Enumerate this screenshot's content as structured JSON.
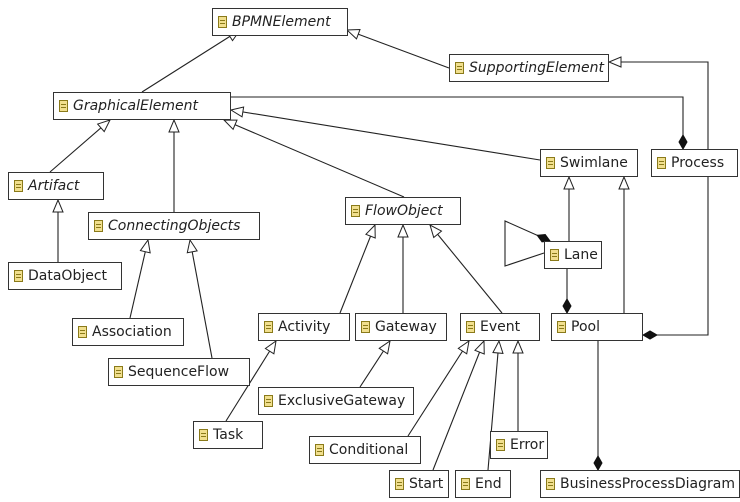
{
  "classes": [
    {
      "id": "bpmn_element",
      "name": "BPMNElement",
      "abstract": true
    },
    {
      "id": "supporting_element",
      "name": "SupportingElement",
      "abstract": true
    },
    {
      "id": "graphical_element",
      "name": "GraphicalElement",
      "abstract": true
    },
    {
      "id": "artifact",
      "name": "Artifact",
      "abstract": true
    },
    {
      "id": "connecting_objects",
      "name": "ConnectingObjects",
      "abstract": true
    },
    {
      "id": "flow_object",
      "name": "FlowObject",
      "abstract": true
    },
    {
      "id": "swimlane",
      "name": "Swimlane",
      "abstract": false
    },
    {
      "id": "process",
      "name": "Process",
      "abstract": false
    },
    {
      "id": "data_object",
      "name": "DataObject",
      "abstract": false
    },
    {
      "id": "lane",
      "name": "Lane",
      "abstract": false
    },
    {
      "id": "association",
      "name": "Association",
      "abstract": false
    },
    {
      "id": "activity",
      "name": "Activity",
      "abstract": false
    },
    {
      "id": "gateway",
      "name": "Gateway",
      "abstract": false
    },
    {
      "id": "event",
      "name": "Event",
      "abstract": false
    },
    {
      "id": "pool",
      "name": "Pool",
      "abstract": false
    },
    {
      "id": "sequence_flow",
      "name": "SequenceFlow",
      "abstract": false
    },
    {
      "id": "exclusive_gateway",
      "name": "ExclusiveGateway",
      "abstract": false
    },
    {
      "id": "task",
      "name": "Task",
      "abstract": false
    },
    {
      "id": "conditional",
      "name": "Conditional",
      "abstract": false
    },
    {
      "id": "error",
      "name": "Error",
      "abstract": false
    },
    {
      "id": "start",
      "name": "Start",
      "abstract": false
    },
    {
      "id": "end",
      "name": "End",
      "abstract": false
    },
    {
      "id": "business_process_diagram",
      "name": "BusinessProcessDiagram",
      "abstract": false
    }
  ],
  "relations": [
    {
      "type": "generalization",
      "from": "supporting_element",
      "to": "bpmn_element"
    },
    {
      "type": "generalization",
      "from": "graphical_element",
      "to": "bpmn_element"
    },
    {
      "type": "generalization",
      "from": "process",
      "to": "supporting_element"
    },
    {
      "type": "composition",
      "whole": "process",
      "part": "graphical_element"
    },
    {
      "type": "generalization",
      "from": "artifact",
      "to": "graphical_element"
    },
    {
      "type": "generalization",
      "from": "connecting_objects",
      "to": "graphical_element"
    },
    {
      "type": "generalization",
      "from": "flow_object",
      "to": "graphical_element"
    },
    {
      "type": "generalization",
      "from": "swimlane",
      "to": "graphical_element"
    },
    {
      "type": "generalization",
      "from": "data_object",
      "to": "artifact"
    },
    {
      "type": "generalization",
      "from": "association",
      "to": "connecting_objects"
    },
    {
      "type": "generalization",
      "from": "sequence_flow",
      "to": "connecting_objects"
    },
    {
      "type": "generalization",
      "from": "activity",
      "to": "flow_object"
    },
    {
      "type": "generalization",
      "from": "gateway",
      "to": "flow_object"
    },
    {
      "type": "generalization",
      "from": "event",
      "to": "flow_object"
    },
    {
      "type": "generalization",
      "from": "lane",
      "to": "swimlane"
    },
    {
      "type": "generalization",
      "from": "pool",
      "to": "swimlane"
    },
    {
      "type": "composition",
      "whole": "lane",
      "part": "lane"
    },
    {
      "type": "composition",
      "whole": "pool",
      "part": "lane"
    },
    {
      "type": "composition",
      "whole": "pool",
      "part": "process"
    },
    {
      "type": "composition",
      "whole": "business_process_diagram",
      "part": "pool"
    },
    {
      "type": "generalization",
      "from": "task",
      "to": "activity"
    },
    {
      "type": "generalization",
      "from": "exclusive_gateway",
      "to": "gateway"
    },
    {
      "type": "generalization",
      "from": "conditional",
      "to": "event"
    },
    {
      "type": "generalization",
      "from": "start",
      "to": "event"
    },
    {
      "type": "generalization",
      "from": "end",
      "to": "event"
    },
    {
      "type": "generalization",
      "from": "error",
      "to": "event"
    }
  ]
}
